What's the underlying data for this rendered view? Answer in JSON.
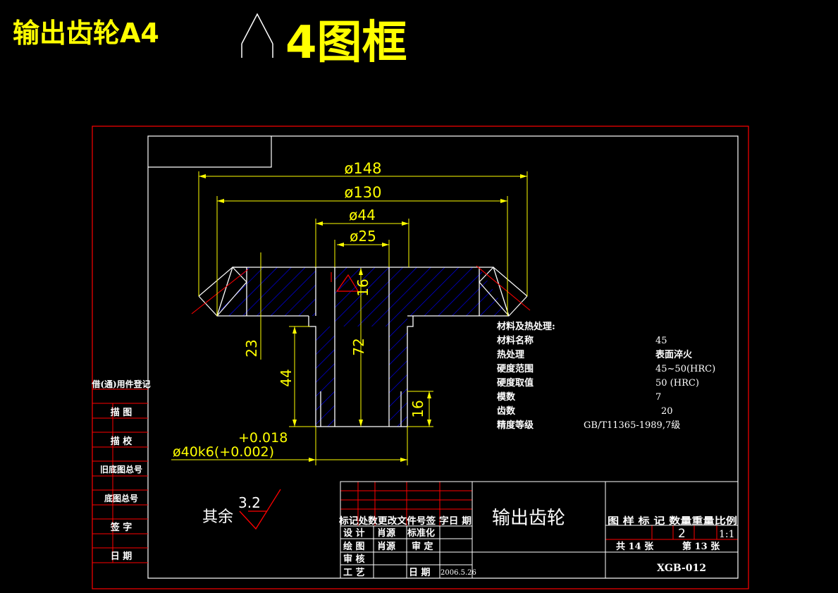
{
  "header": {
    "title": "输出齿轮A4",
    "title_suffix": "4图框"
  },
  "dimensions": {
    "d148": "ø148",
    "d130": "ø130",
    "d44": "ø44",
    "d25": "ø25",
    "h16_top": "16",
    "h23": "23",
    "h72": "72",
    "h44": "44",
    "h16_side": "16",
    "tol_upper": "+0.018",
    "shaft": "ø40k6(+0.002)"
  },
  "specs": {
    "heading": "材料及热处理:",
    "rows": [
      {
        "label": "材料名称",
        "value": "45"
      },
      {
        "label": "热处理",
        "value": "表面淬火"
      },
      {
        "label": "硬度范围",
        "value": "45~50(HRC)"
      },
      {
        "label": "硬度取值",
        "value": "50 (HRC)"
      },
      {
        "label": "模数",
        "value": "7"
      },
      {
        "label": "齿数",
        "value": "20"
      },
      {
        "label": "精度等级",
        "value": "GB/T11365-1989,7级"
      }
    ]
  },
  "roughness": {
    "label": "其余",
    "value": "3.2"
  },
  "side_table": [
    "借(通)用件登记",
    "描 图",
    "描 校",
    "旧底图总号",
    "底图总号",
    "签 字",
    "日 期"
  ],
  "title_block": {
    "rev_header": "标记处数更改文件号签 字日 期",
    "design_label": "设 计",
    "design_name": "肖源",
    "std_label": "标准化",
    "draw_label": "绘 图",
    "draw_name": "肖源",
    "review_label": "审 定",
    "check_label": "审 核",
    "process_label": "工 艺",
    "date_label": "日 期",
    "date_value": "2006.5.26",
    "part_name": "输出齿轮",
    "sample_header": "图 样 标 记 数量重量比例",
    "quantity": "2",
    "scale": "1:1",
    "total_sheets": "共 14 张",
    "sheet_no": "第 13 张",
    "drawing_no": "XGB-012"
  },
  "colors": {
    "outer_frame": "#ff0000",
    "inner_frame": "#ffffff",
    "dimension": "#ffff00",
    "hatch": "#0000ff",
    "table_red": "#ff0000"
  }
}
